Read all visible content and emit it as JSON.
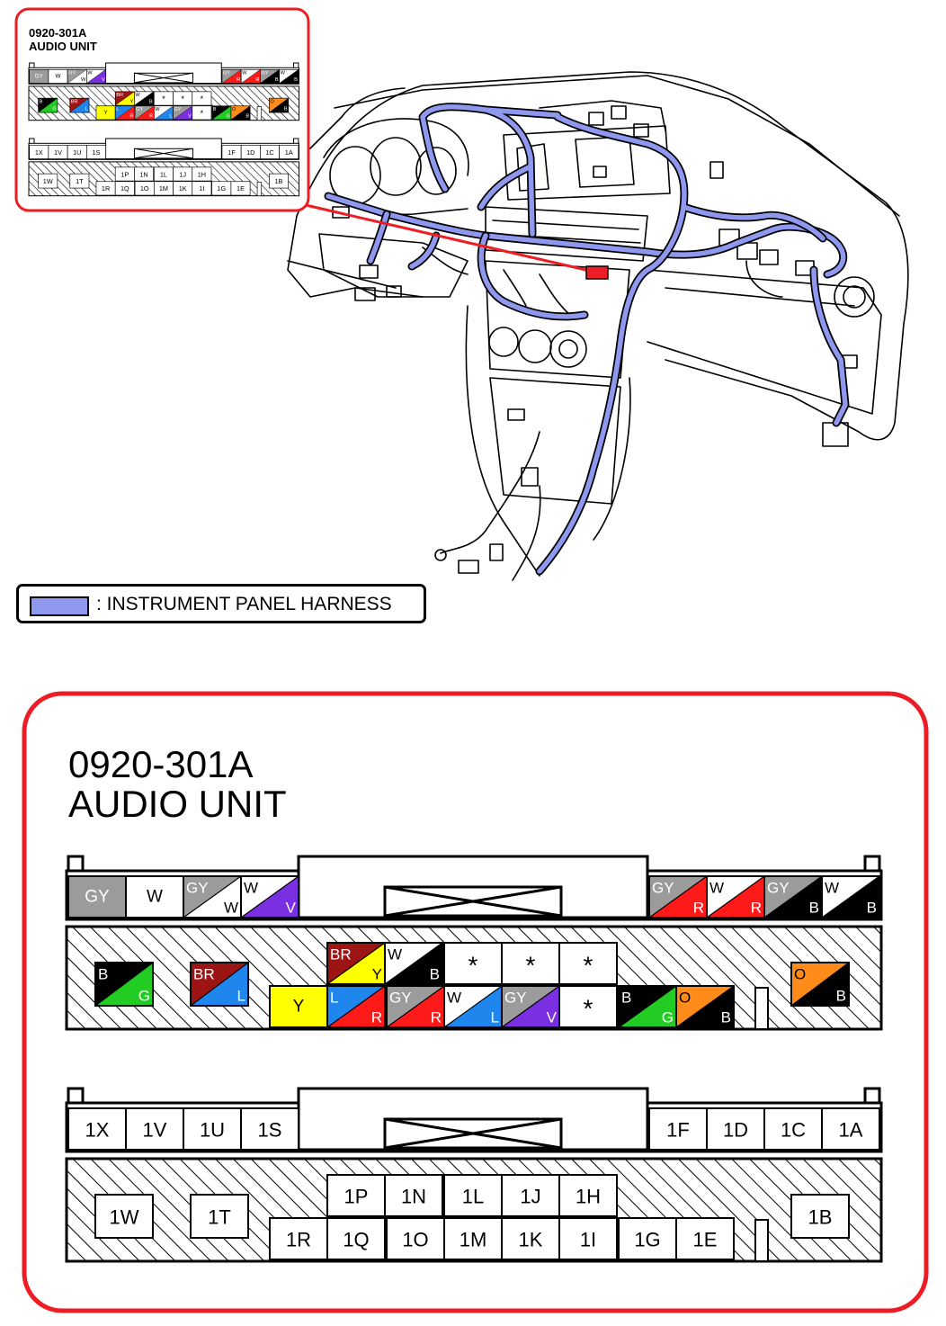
{
  "legend": {
    "label": ": INSTRUMENT PANEL HARNESS",
    "color": "#8f98ef"
  },
  "connector": {
    "code": "0920-301A",
    "name": "AUDIO UNIT"
  },
  "colors": {
    "GY": "#9b9b9b",
    "W": "#ffffff",
    "V": "#7a2fe0",
    "R": "#ff1a1a",
    "B": "#000000",
    "G": "#22cc22",
    "BR": "#9c1414",
    "L": "#1f86ee",
    "Y": "#ffff00",
    "O": "#ff8c1a",
    "frame": "#ee1c24",
    "harness": "#8f98ef"
  },
  "wire_pins": {
    "top_row": [
      {
        "c1": "GY"
      },
      {
        "c1": "W"
      },
      {
        "c1": "GY",
        "c2": "W"
      },
      {
        "c1": "W",
        "c2": "V"
      },
      {
        "c1": "GY",
        "c2": "R"
      },
      {
        "c1": "W",
        "c2": "R"
      },
      {
        "c1": "GY",
        "c2": "B"
      },
      {
        "c1": "W",
        "c2": "B"
      }
    ],
    "upper_row": [
      {
        "c1": "BR",
        "c2": "Y"
      },
      {
        "c1": "W",
        "c2": "B"
      },
      {
        "c1": "*"
      },
      {
        "c1": "*"
      },
      {
        "c1": "*"
      }
    ],
    "lower_row": [
      {
        "c1": "Y"
      },
      {
        "c1": "L",
        "c2": "R"
      },
      {
        "c1": "GY",
        "c2": "R"
      },
      {
        "c1": "W",
        "c2": "L"
      },
      {
        "c1": "GY",
        "c2": "V"
      },
      {
        "c1": "*"
      },
      {
        "c1": "B",
        "c2": "G"
      },
      {
        "c1": "O",
        "c2": "B"
      }
    ],
    "left_a": {
      "c1": "B",
      "c2": "G"
    },
    "left_b": {
      "c1": "BR",
      "c2": "L"
    },
    "right_a": {
      "c1": "O",
      "c2": "B"
    }
  },
  "terminal_pins": {
    "top_left": [
      "1X",
      "1V",
      "1U",
      "1S"
    ],
    "top_right": [
      "1F",
      "1D",
      "1C",
      "1A"
    ],
    "upper_row": [
      "1P",
      "1N",
      "1L",
      "1J",
      "1H"
    ],
    "lower_row": [
      "1R",
      "1Q",
      "1O",
      "1M",
      "1K",
      "1I",
      "1G",
      "1E"
    ],
    "left_a": "1W",
    "left_b": "1T",
    "right_a": "1B"
  }
}
